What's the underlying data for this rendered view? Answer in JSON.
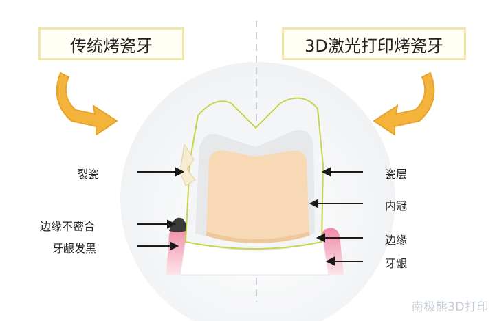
{
  "titles": {
    "left": "传统烤瓷牙",
    "right": "3D激光打印烤瓷牙"
  },
  "labels_left": {
    "crack": "裂瓷",
    "margin_gap": "边缘不密合",
    "gum_black": "牙龈发黑"
  },
  "labels_right": {
    "porcelain": "瓷层",
    "inner_crown": "内冠",
    "margin": "边缘",
    "gum": "牙龈"
  },
  "watermark": "南极熊3D打印",
  "colors": {
    "title_border": "#f2e6a6",
    "curved_arrow": "#f4b43c",
    "inner_crown": "#f8d9b5",
    "porcelain_outline": "#c8d44a",
    "gum": "#f4a8bc",
    "text": "#222222"
  }
}
